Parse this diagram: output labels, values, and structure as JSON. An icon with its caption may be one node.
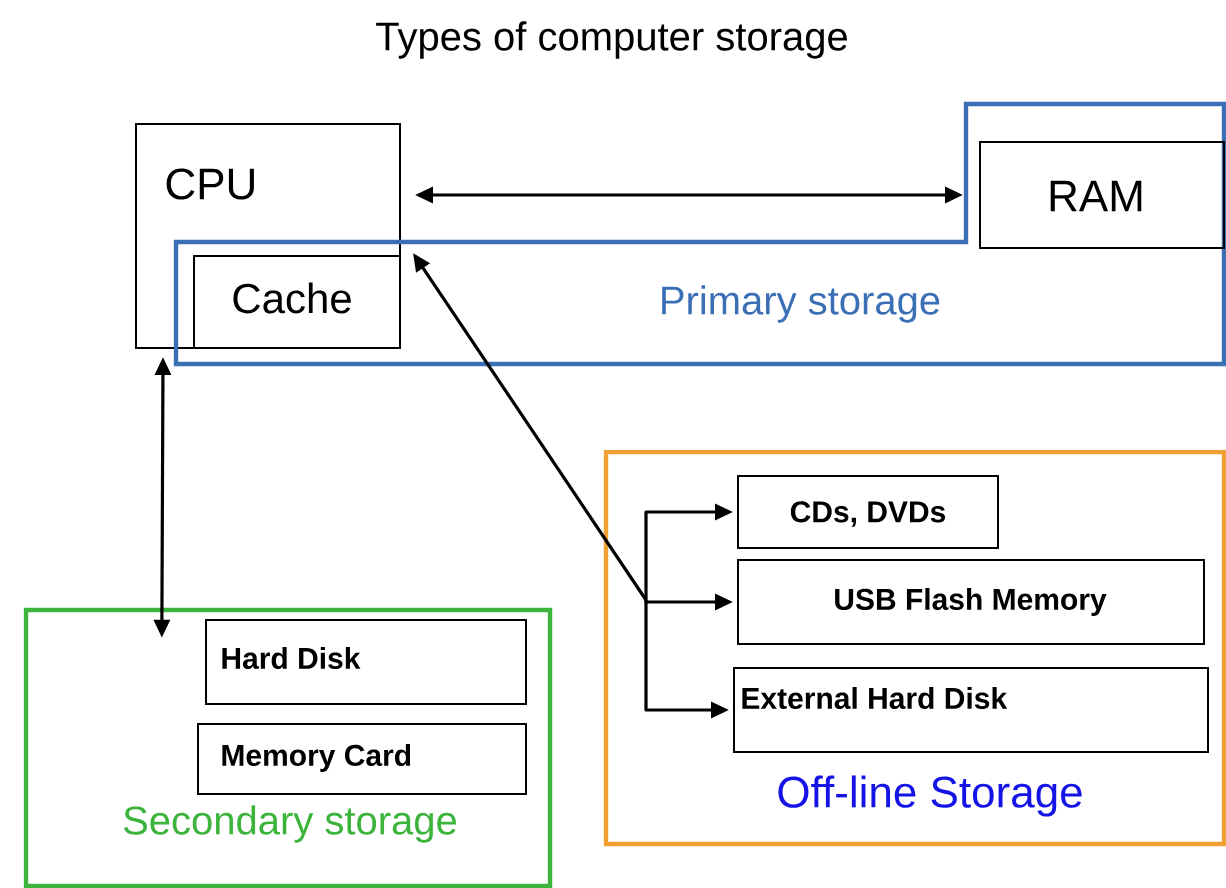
{
  "diagram": {
    "title": "Types of computer storage",
    "nodes": [
      {
        "text": [
          "CPU"
        ]
      },
      {
        "text": [
          "Primary storage"
        ]
      },
      {
        "text": [
          "RAM"
        ],
        "in": 1
      },
      {
        "text": [
          "Cache"
        ],
        "in": 0
      },
      {
        "text": [
          "Off-line Storage"
        ]
      },
      {
        "text": [
          "CDs, DVDs"
        ],
        "in": 4
      },
      {
        "text": [
          "USB Flash Memory"
        ],
        "in": 4
      },
      {
        "text": [
          "External Hard Disk"
        ],
        "in": 4
      },
      {
        "text": [
          "Secondary storage"
        ]
      },
      {
        "text": [
          "Hard Disk"
        ],
        "in": 8
      },
      {
        "text": [
          "Memory Card"
        ],
        "in": 8
      }
    ],
    "edges": [
      {
        "from": 0,
        "to": 2,
        "arrow": "both"
      },
      {
        "from": 0,
        "to": 8,
        "arrow": "both"
      },
      {
        "from": 3,
        "to": 5,
        "arrow": "both"
      },
      {
        "from": 3,
        "to": 6,
        "arrow": "both"
      },
      {
        "from": 3,
        "to": 7,
        "arrow": "both"
      }
    ]
  }
}
